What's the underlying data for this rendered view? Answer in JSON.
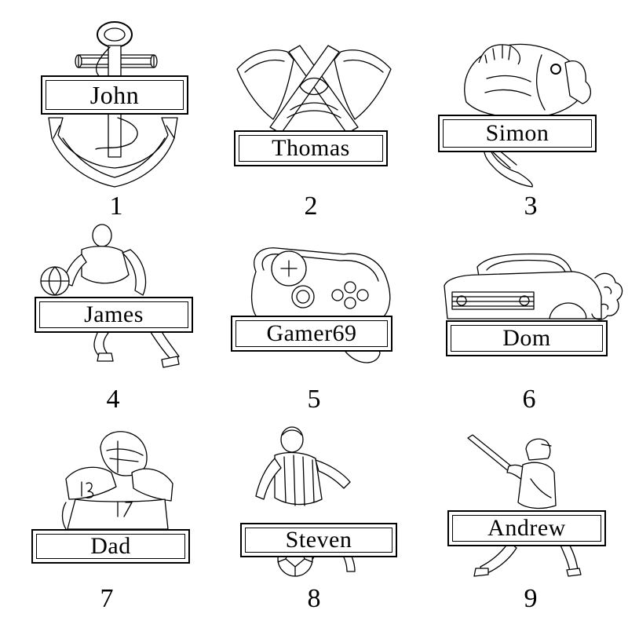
{
  "designs": [
    {
      "id": 1,
      "name": "John",
      "number": "1",
      "icon": "anchor-icon"
    },
    {
      "id": 2,
      "name": "Thomas",
      "number": "2",
      "icon": "crossed-axes-icon"
    },
    {
      "id": 3,
      "name": "Simon",
      "number": "3",
      "icon": "bass-fish-icon"
    },
    {
      "id": 4,
      "name": "James",
      "number": "4",
      "icon": "basketball-player-icon"
    },
    {
      "id": 5,
      "name": "Gamer69",
      "number": "5",
      "icon": "game-controller-icon"
    },
    {
      "id": 6,
      "name": "Dom",
      "number": "6",
      "icon": "muscle-car-icon"
    },
    {
      "id": 7,
      "name": "Dad",
      "number": "7",
      "icon": "football-player-icon"
    },
    {
      "id": 8,
      "name": "Steven",
      "number": "8",
      "icon": "soccer-player-icon"
    },
    {
      "id": 9,
      "name": "Andrew",
      "number": "9",
      "icon": "baseball-batter-icon"
    }
  ]
}
